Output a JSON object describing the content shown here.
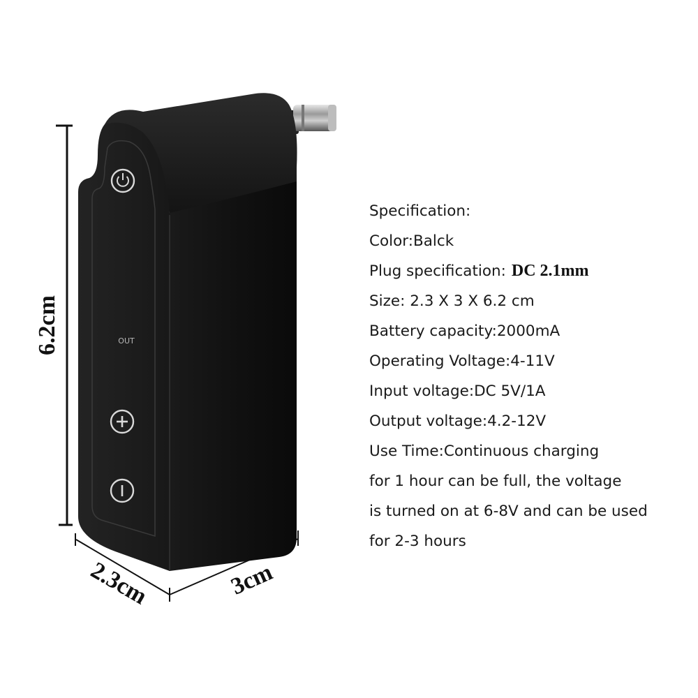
{
  "dimensions": {
    "height_label": "6.2cm",
    "depth_label": "2.3cm",
    "width_label": "3cm"
  },
  "device": {
    "out_label": "OUT",
    "color": "#111111",
    "buttons": [
      "power-icon",
      "plus-icon",
      "minus-icon"
    ]
  },
  "spec": {
    "heading": "Specification:",
    "color": "Color:Balck",
    "plug_label": "Plug specification:",
    "plug_value": "DC 2.1mm",
    "size": "Size: 2.3 X 3 X 6.2 cm",
    "battery": "Battery capacity:2000mA",
    "operating": "Operating Voltage:4-11V",
    "input": "Input voltage:DC 5V/1A",
    "output": "Output voltage:4.2-12V",
    "use_time_1": "Use Time:Continuous charging",
    "use_time_2": "for 1 hour can be full, the voltage",
    "use_time_3": "is turned on at 6-8V and can be used",
    "use_time_4": "for 2-3 hours"
  }
}
